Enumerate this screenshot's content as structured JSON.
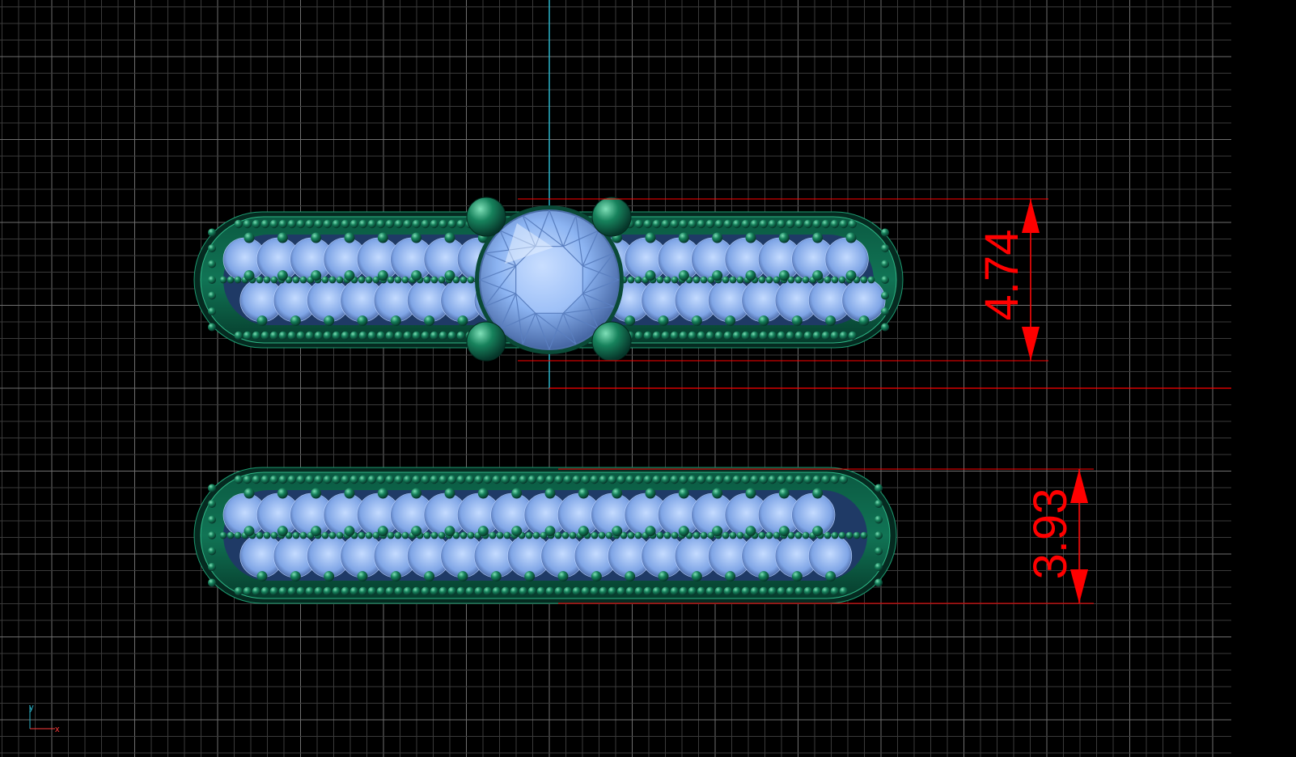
{
  "viewport": {
    "background": "#000000",
    "grid_minor_color": "#3a3a3a",
    "grid_major_color": "#6e6e6e",
    "axis_x_color": "#ff0000",
    "axis_y_color": "#2bb3c8"
  },
  "colors": {
    "metal": "#0e6b4e",
    "metal_highlight": "#3fb58a",
    "gem": "#8eb8f5",
    "gem_dark": "#3f5f9e",
    "dimension": "#ff0000"
  },
  "dimensions": {
    "engagement_ring_width": "4.74",
    "wedding_band_width": "3.93"
  },
  "axis_indicator": {
    "y_label": "y",
    "x_label": "x"
  },
  "corner_icon": "view-cube-icon"
}
